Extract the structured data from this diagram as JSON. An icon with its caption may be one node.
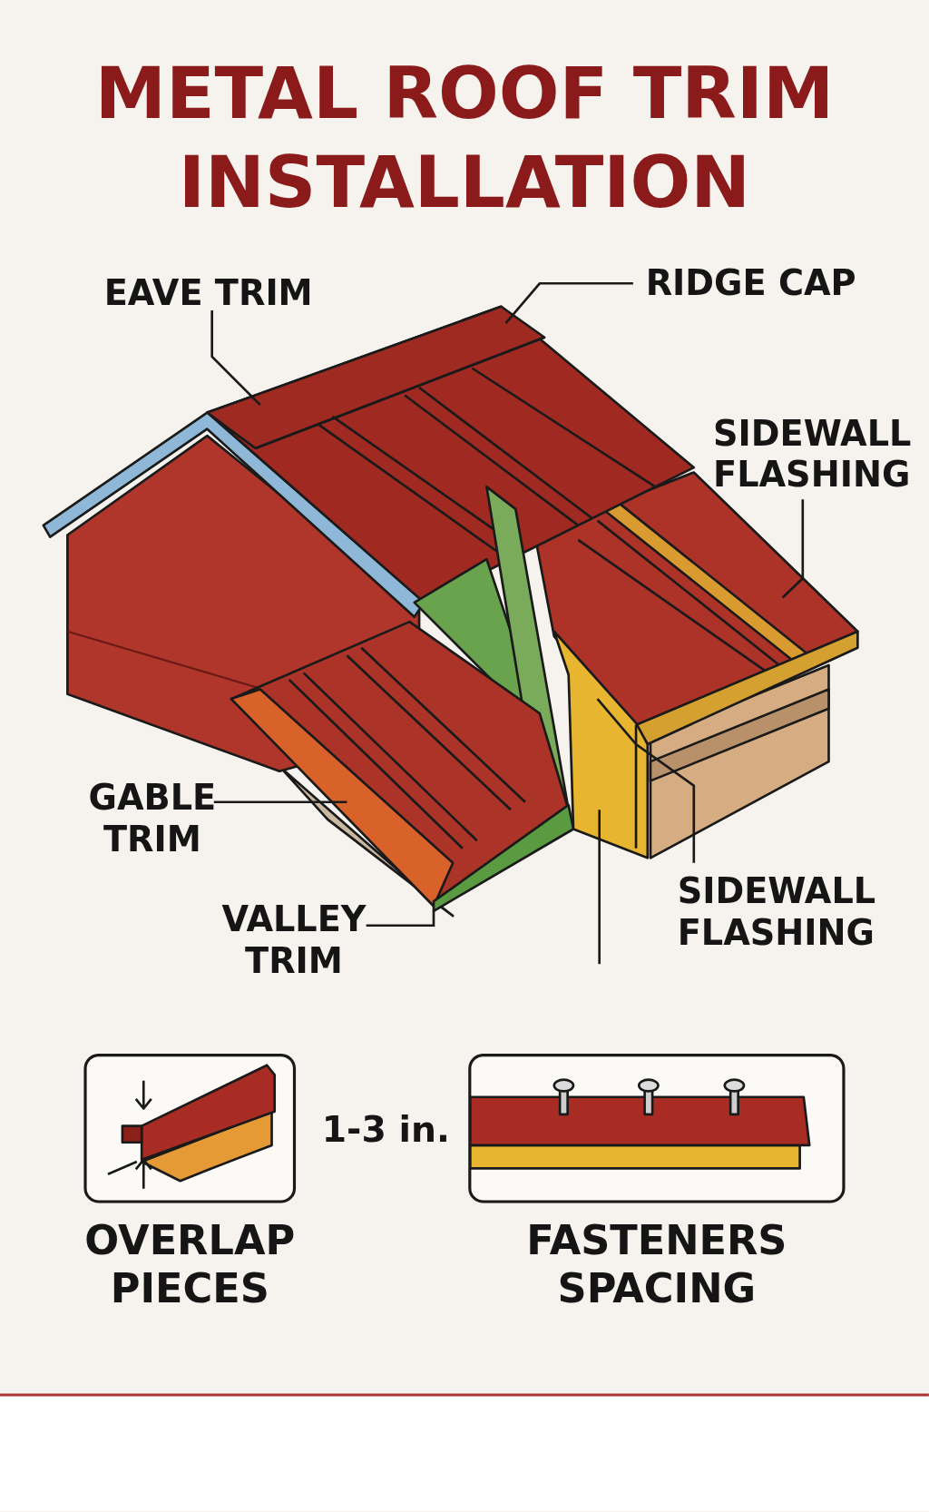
{
  "diagram": {
    "title": "METAL ROOF TRIM INSTALLATION",
    "nodes": [
      {
        "text": [
          "EAVE TRIM"
        ]
      },
      {
        "text": [
          "RIDGE CAP"
        ]
      },
      {
        "text": [
          "SIDEWALL FLASHING"
        ]
      },
      {
        "text": [
          "GABLE TRIM"
        ]
      },
      {
        "text": [
          "VALLEY TRIM"
        ]
      },
      {
        "text": [
          "SIDEWALL FLASHING"
        ]
      },
      {
        "text": [
          "OVERLAP PIECES"
        ]
      },
      {
        "text": [
          "FASTENERS SPACING"
        ]
      }
    ],
    "edges": [
      {
        "from": 0,
        "to": null,
        "arrow": "none"
      },
      {
        "from": 1,
        "to": null,
        "arrow": "none"
      },
      {
        "from": 2,
        "to": null,
        "arrow": "none"
      },
      {
        "from": 3,
        "to": null,
        "arrow": "none"
      },
      {
        "from": 4,
        "to": null,
        "arrow": "none"
      },
      {
        "from": 5,
        "to": null,
        "arrow": "none"
      }
    ],
    "labels": [
      "1-3 in."
    ]
  }
}
